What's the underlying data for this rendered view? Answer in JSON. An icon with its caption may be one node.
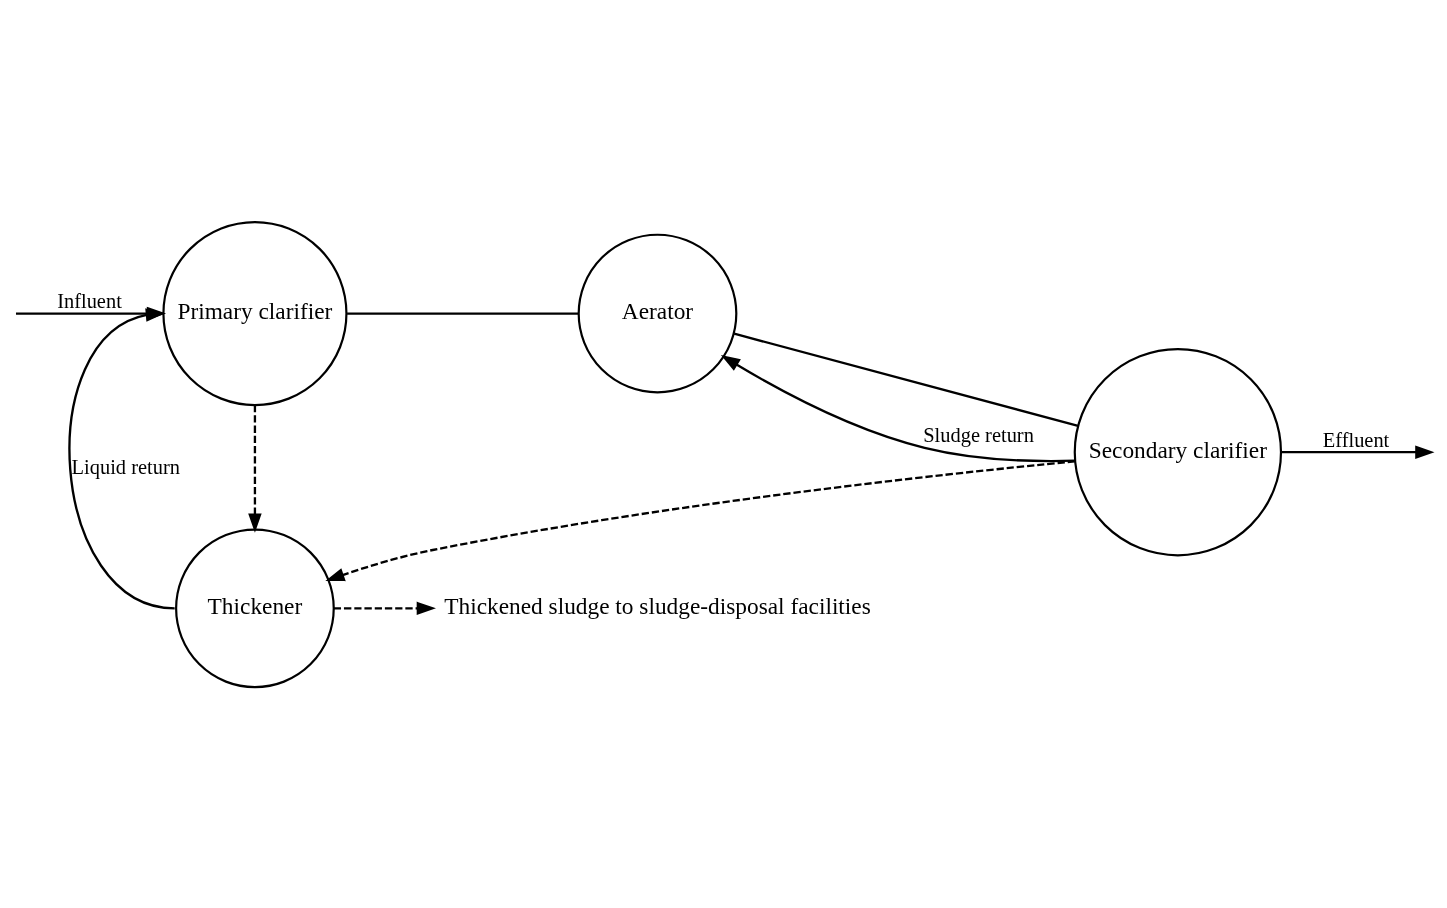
{
  "diagram": {
    "nodes": [
      {
        "text": [
          "Primary clarifier"
        ]
      },
      {
        "text": [
          "Aerator"
        ]
      },
      {
        "text": [
          "Secondary clarifier"
        ]
      },
      {
        "text": [
          "Thickener"
        ]
      },
      {
        "text": [
          "Thickened sludge to sludge-disposal facilities"
        ]
      }
    ],
    "edges": [
      {
        "from": null,
        "to": 0,
        "arrow": "to",
        "label": "Influent"
      },
      {
        "from": 0,
        "to": 1,
        "arrow": "none"
      },
      {
        "from": 1,
        "to": 2,
        "arrow": "none"
      },
      {
        "from": 2,
        "to": null,
        "arrow": "to",
        "label": "Effluent"
      },
      {
        "from": 2,
        "to": 1,
        "arrow": "to",
        "label": "Sludge return"
      },
      {
        "from": 0,
        "to": 3,
        "arrow": "to",
        "style": "dashed"
      },
      {
        "from": 2,
        "to": 3,
        "arrow": "to",
        "style": "dashed"
      },
      {
        "from": 3,
        "to": 4,
        "arrow": "to",
        "style": "dashed"
      },
      {
        "from": 3,
        "to": 0,
        "arrow": "to",
        "label": "Liquid return"
      }
    ]
  }
}
